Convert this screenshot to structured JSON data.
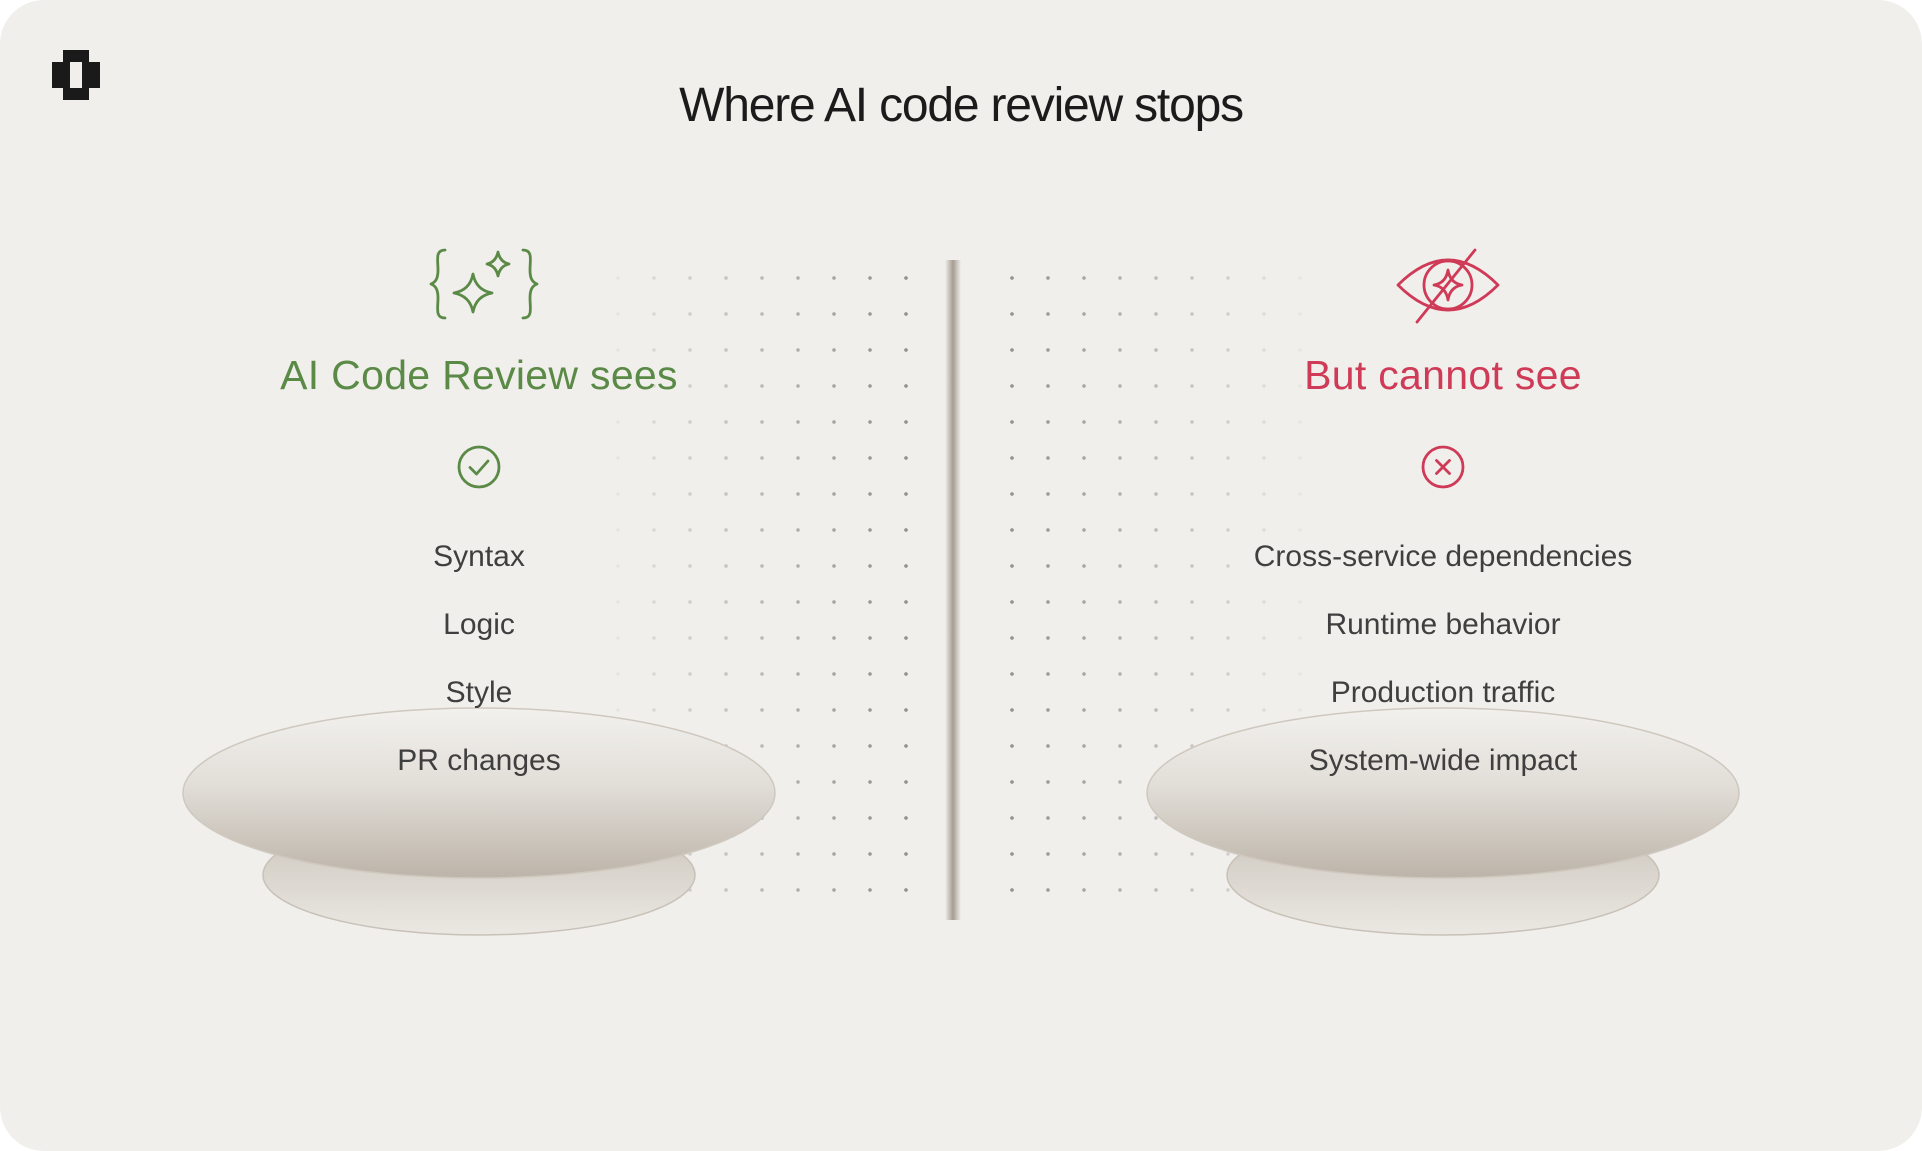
{
  "header": {
    "title": "Where AI code review stops"
  },
  "left": {
    "title": "AI Code Review sees",
    "icon": "sparkle-braces-icon",
    "status_icon": "check-circle-icon",
    "color": "#5b8a47",
    "items": [
      "Syntax",
      "Logic",
      "Style",
      "PR changes"
    ]
  },
  "right": {
    "title": "But cannot see",
    "icon": "eye-slash-icon",
    "status_icon": "x-circle-icon",
    "color": "#cf3a57",
    "items": [
      "Cross-service dependencies",
      "Runtime behavior",
      "Production traffic",
      "System-wide impact"
    ]
  },
  "colors": {
    "background": "#f0efec",
    "title": "#1b1b1b",
    "text": "#3f3f3f",
    "pedestal": "#d6d1ca"
  }
}
